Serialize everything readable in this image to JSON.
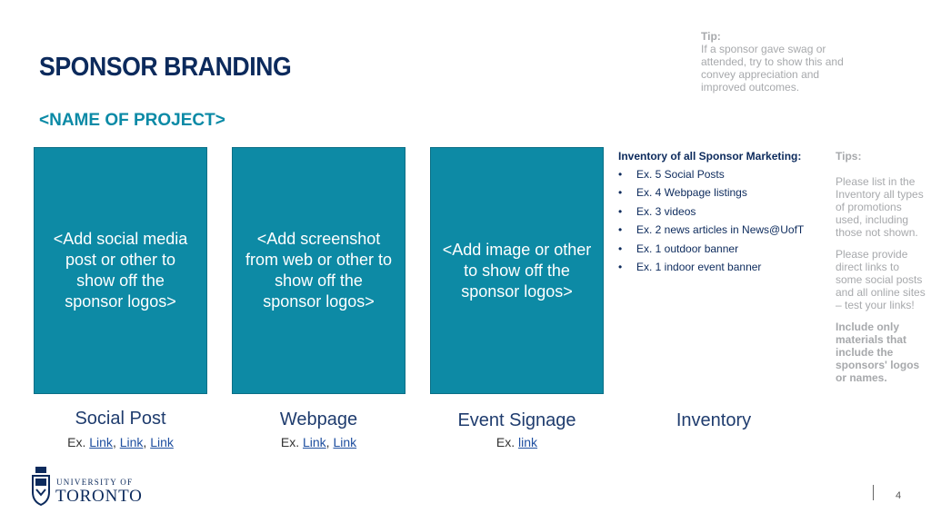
{
  "tip_top": {
    "heading": "Tip:",
    "body": "If a sponsor gave swag or attended, try to show this and convey appreciation and improved outcomes."
  },
  "title": "SPONSOR BRANDING",
  "subtitle": "<NAME OF PROJECT>",
  "panels": [
    {
      "text": "<Add social media post or other to show off the sponsor logos>",
      "caption": "Social Post",
      "links_prefix": "Ex.",
      "links": [
        "Link",
        "Link",
        "Link"
      ]
    },
    {
      "text": "<Add screenshot from web or other to show off the sponsor logos>",
      "caption": "Webpage",
      "links_prefix": "Ex.",
      "links": [
        "Link",
        "Link"
      ]
    },
    {
      "text": "<Add image or other to show off the sponsor logos>",
      "caption": "Event Signage",
      "links_prefix": "Ex.",
      "links": [
        "link"
      ]
    }
  ],
  "inventory": {
    "heading": "Inventory of all Sponsor Marketing:",
    "items": [
      "Ex. 5 Social Posts",
      "Ex. 4 Webpage listings",
      "Ex. 3 videos",
      "Ex. 2 news articles in News@UofT",
      "Ex. 1 outdoor banner",
      "Ex. 1 indoor event banner"
    ],
    "caption": "Inventory"
  },
  "tips_side": {
    "heading": "Tips:",
    "p1": "Please list in the Inventory all types of promotions used, including those not shown.",
    "p2": "Please provide direct links to some social posts and all online sites – test your links!",
    "p3": "Include only materials that include the sponsors' logos or names."
  },
  "logo": {
    "line1": "UNIVERSITY OF",
    "line2": "TORONTO",
    "crest_icon": "university-crest-icon"
  },
  "page_number": "4",
  "colors": {
    "title": "#0c2a5c",
    "subtitle": "#0b8aa6",
    "panel": "#0d8aa5",
    "tip": "#a7a9ac"
  }
}
